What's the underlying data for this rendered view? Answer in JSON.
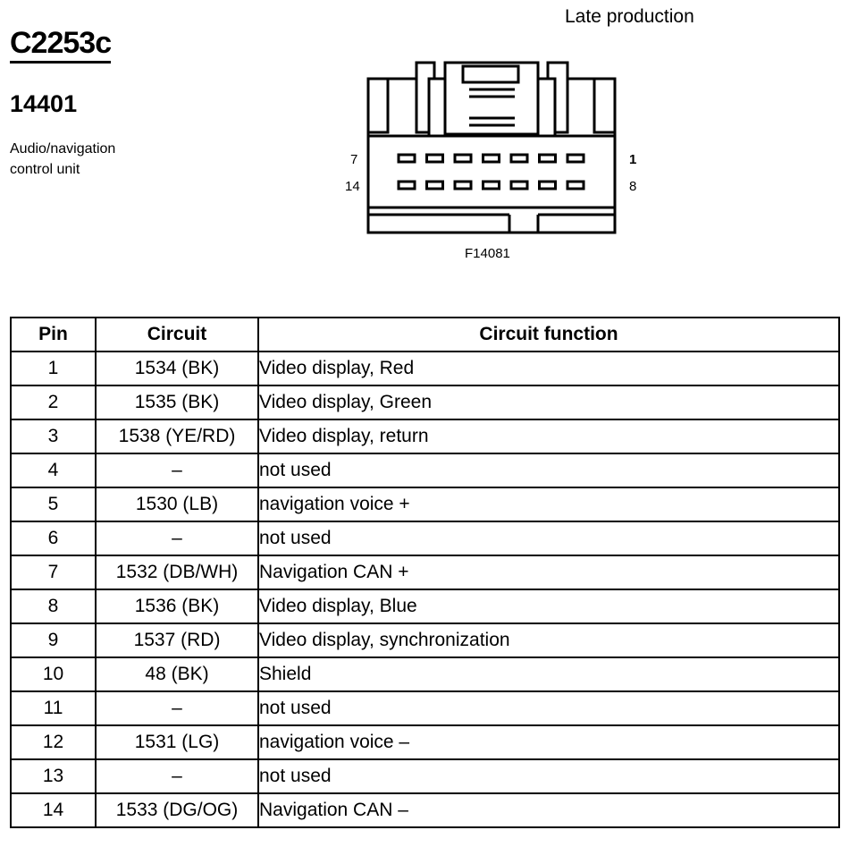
{
  "header": {
    "connector_id": "C2253c",
    "part_number": "14401",
    "component_line1": "Audio/navigation",
    "component_line2": "control unit",
    "production_note": "Late production"
  },
  "connector_view": {
    "pin_label_top_left": "7",
    "pin_label_top_right": "1",
    "pin_label_bottom_left": "14",
    "pin_label_bottom_right": "8",
    "figure_id": "F14081"
  },
  "table": {
    "headers": [
      "Pin",
      "Circuit",
      "Circuit function"
    ],
    "rows": [
      [
        "1",
        "1534 (BK)",
        "Video display, Red"
      ],
      [
        "2",
        "1535 (BK)",
        "Video display, Green"
      ],
      [
        "3",
        "1538 (YE/RD)",
        "Video display, return"
      ],
      [
        "4",
        "–",
        "not used"
      ],
      [
        "5",
        "1530 (LB)",
        "navigation voice +"
      ],
      [
        "6",
        "–",
        "not used"
      ],
      [
        "7",
        "1532 (DB/WH)",
        "Navigation CAN +"
      ],
      [
        "8",
        "1536 (BK)",
        "Video display, Blue"
      ],
      [
        "9",
        "1537 (RD)",
        "Video display, synchronization"
      ],
      [
        "10",
        "48 (BK)",
        "Shield"
      ],
      [
        "11",
        "–",
        "not used"
      ],
      [
        "12",
        "1531 (LG)",
        "navigation voice –"
      ],
      [
        "13",
        "–",
        "not used"
      ],
      [
        "14",
        "1533 (DG/OG)",
        "Navigation CAN –"
      ]
    ]
  }
}
